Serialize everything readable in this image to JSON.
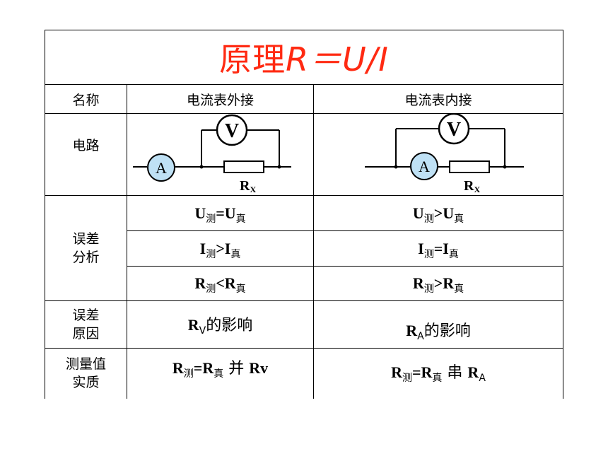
{
  "title": {
    "cn": "原理",
    "formula": "R＝U/I"
  },
  "header": {
    "name": "名称",
    "outer": "电流表外接",
    "inner": "电流表内接"
  },
  "circuit": {
    "label": "电路",
    "ammeter": "A",
    "voltmeter": "V",
    "resistor_main": "R",
    "resistor_sub": "X"
  },
  "error_analysis": {
    "label_line1": "误差",
    "label_line2": "分析",
    "rows": [
      {
        "outer": {
          "a": "U",
          "a_sub": "测",
          "op": "=",
          "b": "U",
          "b_sub": "真"
        },
        "inner": {
          "a": "U",
          "a_sub": "测",
          "op": ">",
          "b": "U",
          "b_sub": "真"
        }
      },
      {
        "outer": {
          "a": "I",
          "a_sub": "测",
          "op": ">",
          "b": "I",
          "b_sub": "真"
        },
        "inner": {
          "a": "I",
          "a_sub": "测",
          "op": "=",
          "b": "I",
          "b_sub": "真"
        }
      },
      {
        "outer": {
          "a": "R",
          "a_sub": "测",
          "op": "<",
          "b": "R",
          "b_sub": "真"
        },
        "inner": {
          "a": "R",
          "a_sub": "测",
          "op": ">",
          "b": "R",
          "b_sub": "真"
        }
      }
    ]
  },
  "error_cause": {
    "label_line1": "误差",
    "label_line2": "原因",
    "outer": {
      "r": "R",
      "sub": "V",
      "text": "的影响"
    },
    "inner": {
      "r": "R",
      "sub": "A",
      "text": "的影响"
    }
  },
  "essence": {
    "label_line1": "测量值",
    "label_line2": "实质",
    "outer": {
      "a": "R",
      "a_sub": "测",
      "op": "=",
      "b": "R",
      "b_sub": "真",
      "rel": " 并 ",
      "c": "Rv",
      "c_sub": ""
    },
    "inner": {
      "a": "R",
      "a_sub": "测",
      "op": "=",
      "b": "R",
      "b_sub": "真",
      "rel": " 串 ",
      "c": "R",
      "c_sub": "A"
    }
  }
}
